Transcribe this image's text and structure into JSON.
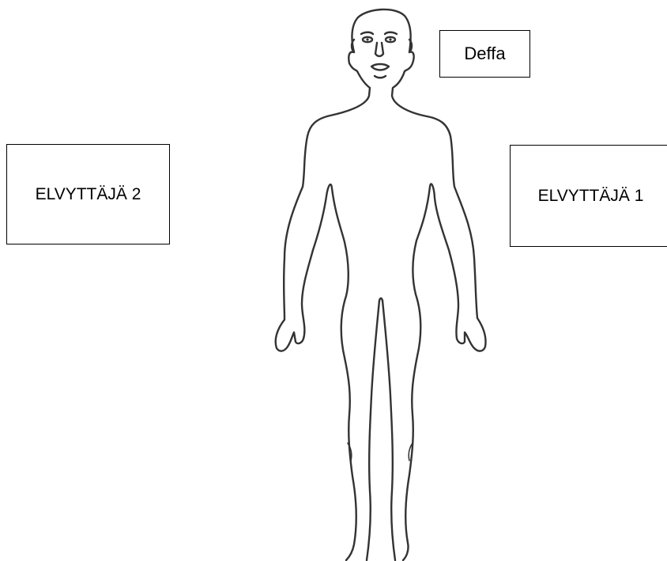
{
  "labels": {
    "defibrillator": "Deffa",
    "rescuer_2": "ELVYTTÄJÄ 2",
    "rescuer_1": "ELVYTTÄJÄ 1"
  },
  "figure": {
    "icon": "human-body-outline-icon",
    "stroke_color": "#333333"
  }
}
